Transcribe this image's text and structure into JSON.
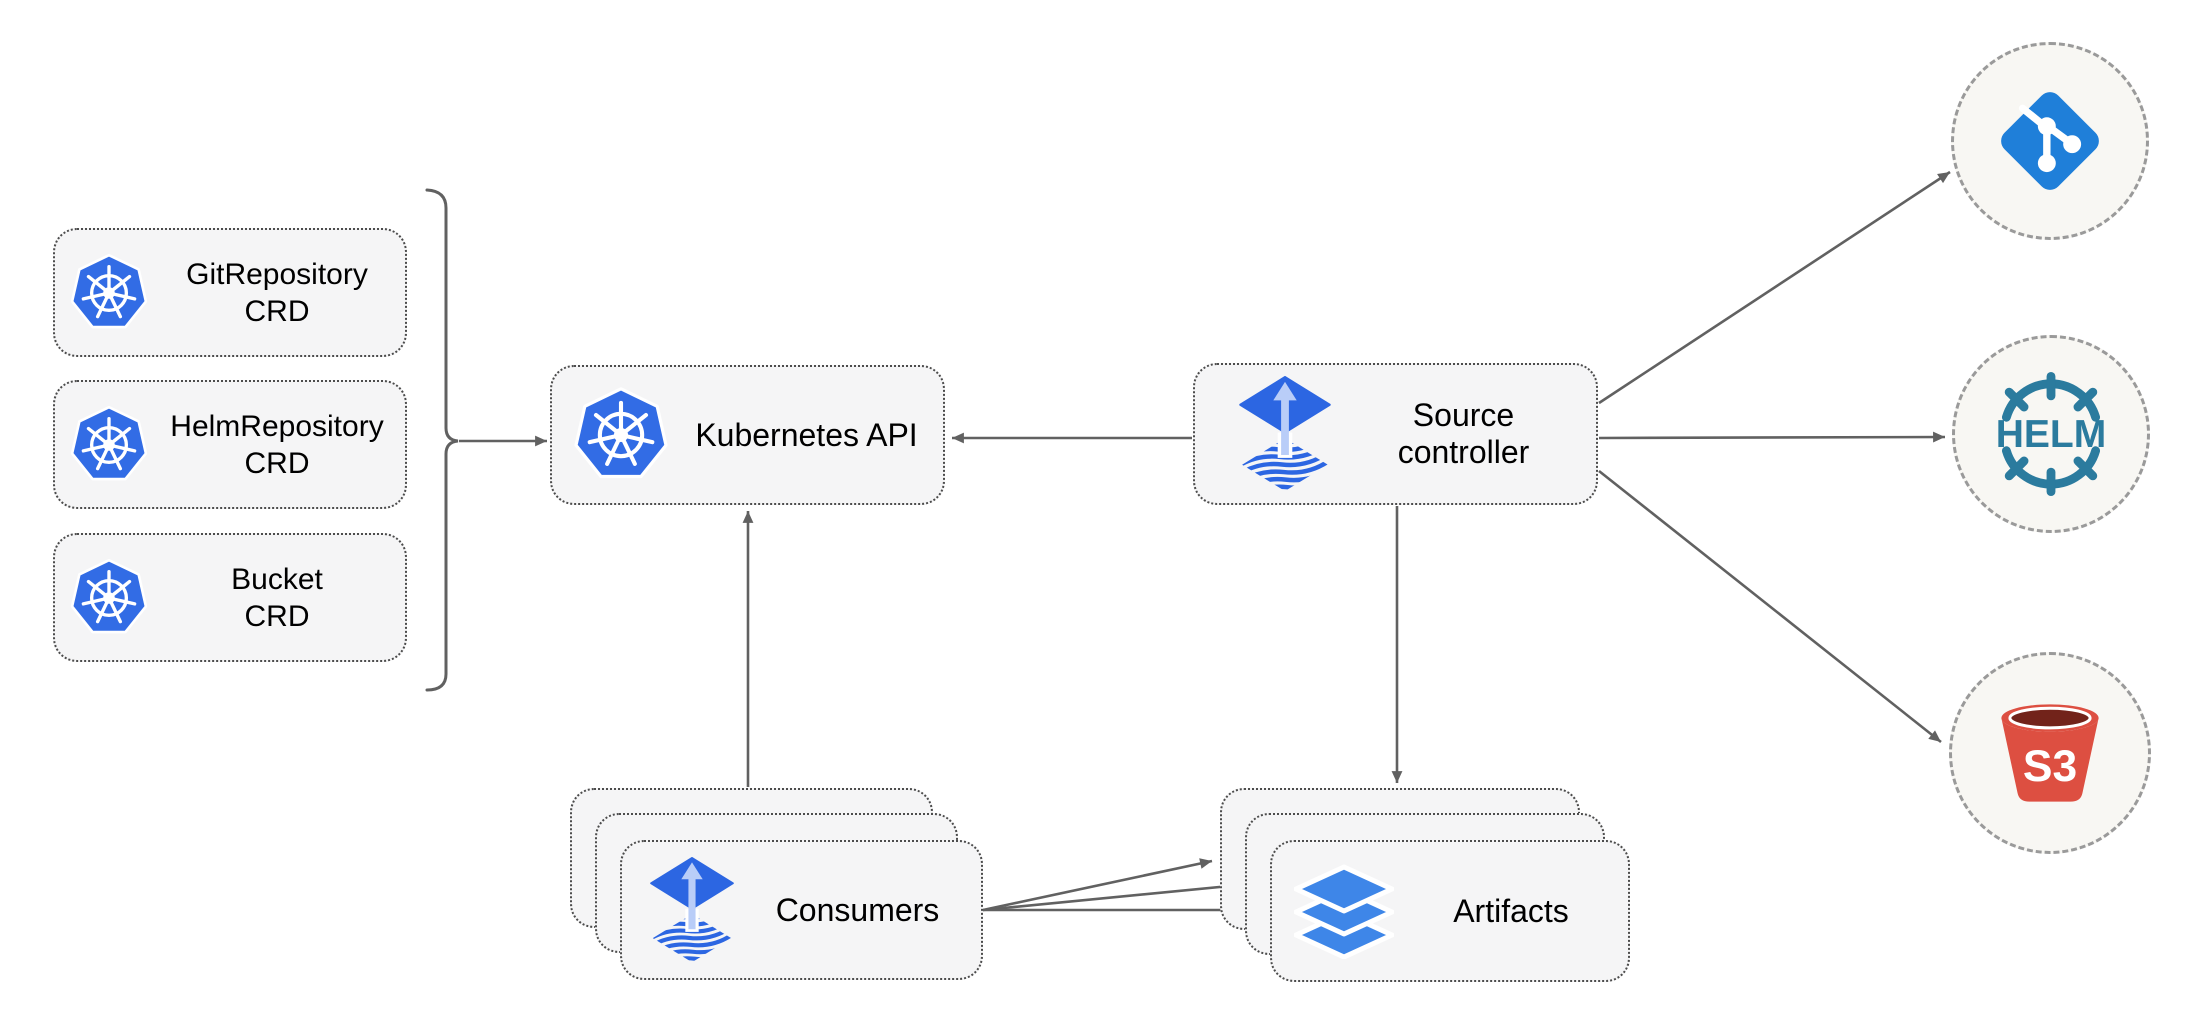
{
  "diagram": {
    "nodes": {
      "git_repository_crd": {
        "line1": "GitRepository",
        "line2": "CRD",
        "icon": "kubernetes-icon"
      },
      "helm_repository_crd": {
        "line1": "HelmRepository",
        "line2": "CRD",
        "icon": "kubernetes-icon"
      },
      "bucket_crd": {
        "line1": "Bucket",
        "line2": "CRD",
        "icon": "kubernetes-icon"
      },
      "kubernetes_api": {
        "label": "Kubernetes API",
        "icon": "kubernetes-icon"
      },
      "source_controller": {
        "line1": "Source",
        "line2": "controller",
        "icon": "flux-icon"
      },
      "consumers": {
        "label": "Consumers",
        "icon": "flux-icon",
        "stacked": 3
      },
      "artifacts": {
        "label": "Artifacts",
        "icon": "layers-icon",
        "stacked": 3
      },
      "git_endpoint": {
        "icon": "git-icon"
      },
      "helm_endpoint": {
        "icon": "helm-icon",
        "logo_text": "HELM"
      },
      "s3_endpoint": {
        "icon": "s3-bucket-icon",
        "logo_text": "S3"
      }
    },
    "edges": [
      {
        "from": "crd-group-bracket",
        "to": "kubernetes_api"
      },
      {
        "from": "source_controller",
        "to": "kubernetes_api"
      },
      {
        "from": "consumers",
        "to": "kubernetes_api"
      },
      {
        "from": "source_controller",
        "to": "artifacts"
      },
      {
        "from": "source_controller",
        "to": "git_endpoint"
      },
      {
        "from": "source_controller",
        "to": "helm_endpoint"
      },
      {
        "from": "source_controller",
        "to": "s3_endpoint"
      },
      {
        "from": "consumers",
        "to": "artifacts",
        "count": 3
      }
    ],
    "colors": {
      "background": "#ffffff",
      "kubernetes_blue": "#326ce5",
      "flux_blue": "#2c66e2",
      "flux_arrow_light": "#b9cdf8",
      "git_blue": "#1f7fd9",
      "helm_teal": "#2b7b9e",
      "s3_red": "#dd4f41",
      "s3_dark_red": "#72231a",
      "layers_blue": "#3e86e8",
      "arrow_gray": "#616161",
      "node_fill": "#f5f5f6",
      "node_border": "#4c4c4c",
      "circle_fill": "#f8f7f3",
      "circle_border": "#9a9a9a",
      "label_color": "#000000"
    }
  }
}
